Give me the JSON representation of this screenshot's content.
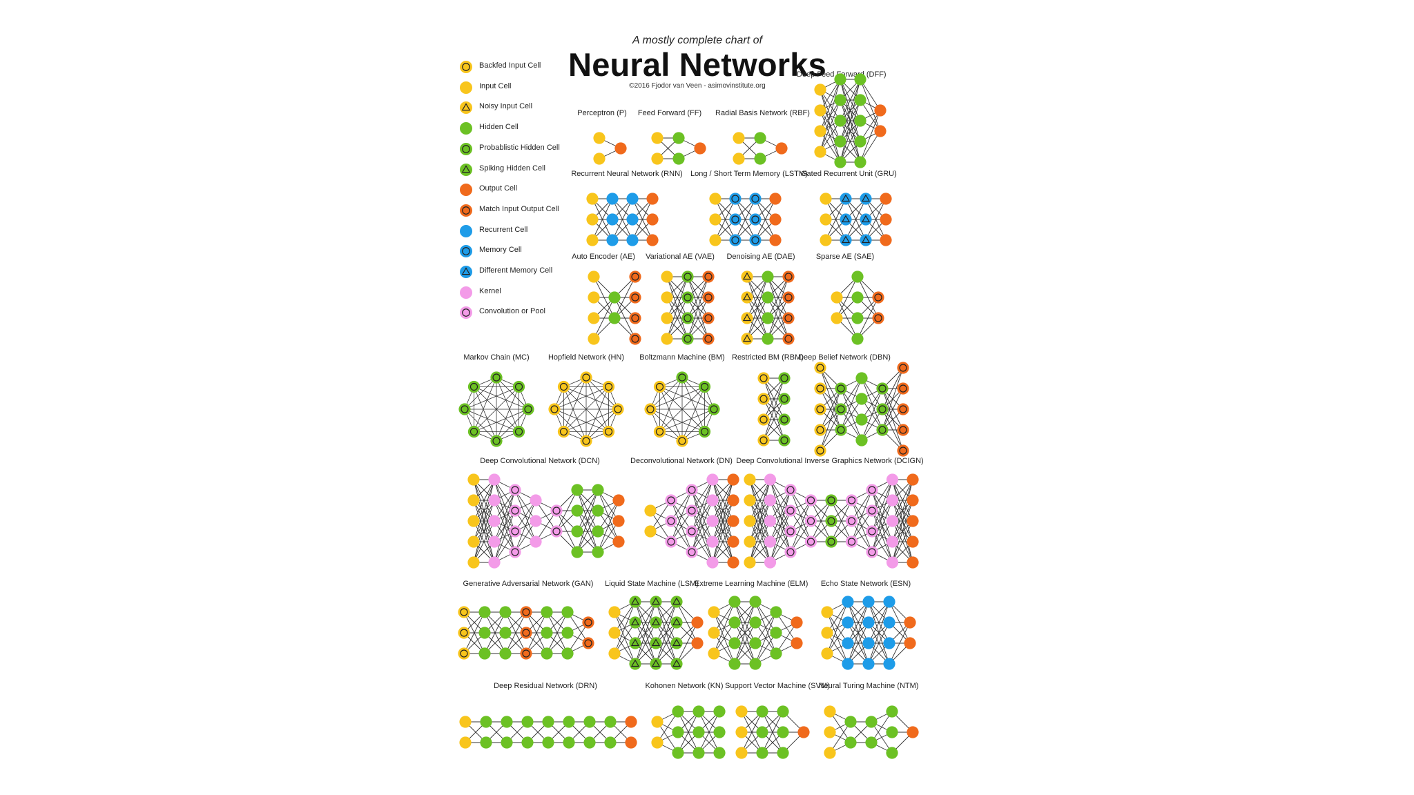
{
  "header": {
    "subtitle": "A mostly complete chart of",
    "title": "Neural Networks",
    "credit": "©2016 Fjodor van Veen - asimovinstitute.org"
  },
  "colors": {
    "yellow": "#F8C51C",
    "green": "#6CC124",
    "orange": "#F06A1C",
    "blue": "#1E9CE8",
    "pink": "#F39BE8",
    "edge": "#333333"
  },
  "legend": [
    {
      "label": "Backfed Input Cell",
      "fill": "yellow",
      "mark": "ring"
    },
    {
      "label": "Input Cell",
      "fill": "yellow",
      "mark": "none"
    },
    {
      "label": "Noisy Input Cell",
      "fill": "yellow",
      "mark": "triangle"
    },
    {
      "label": "Hidden Cell",
      "fill": "green",
      "mark": "none"
    },
    {
      "label": "Probablistic Hidden Cell",
      "fill": "green",
      "mark": "ring"
    },
    {
      "label": "Spiking Hidden Cell",
      "fill": "green",
      "mark": "triangle"
    },
    {
      "label": "Output Cell",
      "fill": "orange",
      "mark": "none"
    },
    {
      "label": "Match Input Output Cell",
      "fill": "orange",
      "mark": "ring"
    },
    {
      "label": "Recurrent Cell",
      "fill": "blue",
      "mark": "none"
    },
    {
      "label": "Memory Cell",
      "fill": "blue",
      "mark": "ring"
    },
    {
      "label": "Different Memory Cell",
      "fill": "blue",
      "mark": "triangle"
    },
    {
      "label": "Kernel",
      "fill": "pink",
      "mark": "none"
    },
    {
      "label": "Convolution or Pool",
      "fill": "pink",
      "mark": "ring"
    }
  ],
  "networks": [
    {
      "id": "p",
      "name": "Perceptron (P)",
      "layers": [
        [
          "Y",
          "Y"
        ],
        [
          "O"
        ]
      ]
    },
    {
      "id": "ff",
      "name": "Feed Forward (FF)",
      "layers": [
        [
          "Y",
          "Y"
        ],
        [
          "G",
          "G"
        ],
        [
          "O"
        ]
      ]
    },
    {
      "id": "rbf",
      "name": "Radial Basis Network (RBF)",
      "layers": [
        [
          "Y",
          "Y"
        ],
        [
          "G",
          "G"
        ],
        [
          "O"
        ]
      ]
    },
    {
      "id": "dff",
      "name": "Deep Feed Forward (DFF)",
      "layers": [
        [
          "Y",
          "Y",
          "Y",
          "Y"
        ],
        [
          "G",
          "G",
          "G",
          "G",
          "G"
        ],
        [
          "G",
          "G",
          "G",
          "G",
          "G"
        ],
        [
          "O",
          "O"
        ]
      ]
    },
    {
      "id": "rnn",
      "name": "Recurrent Neural Network (RNN)",
      "layers": [
        [
          "Y",
          "Y",
          "Y"
        ],
        [
          "B",
          "B",
          "B"
        ],
        [
          "B",
          "B",
          "B"
        ],
        [
          "O",
          "O",
          "O"
        ]
      ]
    },
    {
      "id": "lstm",
      "name": "Long / Short Term Memory (LSTM)",
      "layers": [
        [
          "Y",
          "Y",
          "Y"
        ],
        [
          "Bm",
          "Bm",
          "Bm"
        ],
        [
          "Bm",
          "Bm",
          "Bm"
        ],
        [
          "O",
          "O",
          "O"
        ]
      ]
    },
    {
      "id": "gru",
      "name": "Gated Recurrent Unit (GRU)",
      "layers": [
        [
          "Y",
          "Y",
          "Y"
        ],
        [
          "Bt",
          "Bt",
          "Bt"
        ],
        [
          "Bt",
          "Bt",
          "Bt"
        ],
        [
          "O",
          "O",
          "O"
        ]
      ]
    },
    {
      "id": "ae",
      "name": "Auto Encoder (AE)",
      "layers": [
        [
          "Y",
          "Y",
          "Y",
          "Y"
        ],
        [
          "G",
          "G"
        ],
        [
          "Om",
          "Om",
          "Om",
          "Om"
        ]
      ]
    },
    {
      "id": "vae",
      "name": "Variational AE (VAE)",
      "layers": [
        [
          "Y",
          "Y",
          "Y",
          "Y"
        ],
        [
          "Gp",
          "Gp",
          "Gp",
          "Gp"
        ],
        [
          "Om",
          "Om",
          "Om",
          "Om"
        ]
      ]
    },
    {
      "id": "dae",
      "name": "Denoising AE (DAE)",
      "layers": [
        [
          "Yt",
          "Yt",
          "Yt",
          "Yt"
        ],
        [
          "G",
          "G",
          "G",
          "G"
        ],
        [
          "Om",
          "Om",
          "Om",
          "Om"
        ]
      ]
    },
    {
      "id": "sae",
      "name": "Sparse AE (SAE)",
      "layers": [
        [
          "Y",
          "Y"
        ],
        [
          "G",
          "G",
          "G",
          "G"
        ],
        [
          "Om",
          "Om"
        ]
      ]
    },
    {
      "id": "mc",
      "name": "Markov Chain (MC)",
      "ring": "Gp"
    },
    {
      "id": "hn",
      "name": "Hopfield Network (HN)",
      "ring": "Yb"
    },
    {
      "id": "bm",
      "name": "Boltzmann Machine (BM)",
      "ring": "Mixed"
    },
    {
      "id": "rbm",
      "name": "Restricted BM (RBM)",
      "layers": [
        [
          "Yb",
          "Yb",
          "Yb",
          "Yb"
        ],
        [
          "Gp",
          "Gp",
          "Gp",
          "Gp"
        ]
      ]
    },
    {
      "id": "dbn",
      "name": "Deep Belief Network (DBN)",
      "layers": [
        [
          "Yb",
          "Yb",
          "Yb",
          "Yb",
          "Yb"
        ],
        [
          "Gp",
          "Gp",
          "Gp"
        ],
        [
          "G",
          "G",
          "G",
          "G"
        ],
        [
          "Gp",
          "Gp",
          "Gp"
        ],
        [
          "Om",
          "Om",
          "Om",
          "Om",
          "Om"
        ]
      ]
    },
    {
      "id": "dcn",
      "name": "Deep Convolutional Network (DCN)",
      "layers": [
        [
          "Y",
          "Y",
          "Y",
          "Y",
          "Y"
        ],
        [
          "K",
          "K",
          "K",
          "K",
          "K"
        ],
        [
          "Kc",
          "Kc",
          "Kc",
          "Kc"
        ],
        [
          "K",
          "K",
          "K"
        ],
        [
          "Kc",
          "Kc"
        ],
        [
          "G",
          "G",
          "G",
          "G"
        ],
        [
          "G",
          "G",
          "G",
          "G"
        ],
        [
          "O",
          "O",
          "O"
        ]
      ]
    },
    {
      "id": "dn",
      "name": "Deconvolutional Network (DN)",
      "layers": [
        [
          "Y",
          "Y"
        ],
        [
          "Kc",
          "Kc",
          "Kc"
        ],
        [
          "Kc",
          "Kc",
          "Kc",
          "Kc"
        ],
        [
          "K",
          "K",
          "K",
          "K",
          "K"
        ],
        [
          "O",
          "O",
          "O",
          "O",
          "O"
        ]
      ]
    },
    {
      "id": "dcign",
      "name": "Deep Convolutional Inverse Graphics Network (DCIGN)",
      "layers": [
        [
          "Y",
          "Y",
          "Y",
          "Y",
          "Y"
        ],
        [
          "K",
          "K",
          "K",
          "K",
          "K"
        ],
        [
          "Kc",
          "Kc",
          "Kc",
          "Kc"
        ],
        [
          "Kc",
          "Kc",
          "Kc"
        ],
        [
          "Gp",
          "Gp",
          "Gp"
        ],
        [
          "Kc",
          "Kc",
          "Kc"
        ],
        [
          "Kc",
          "Kc",
          "Kc",
          "Kc"
        ],
        [
          "K",
          "K",
          "K",
          "K",
          "K"
        ],
        [
          "O",
          "O",
          "O",
          "O",
          "O"
        ]
      ]
    },
    {
      "id": "gan",
      "name": "Generative Adversarial Network (GAN)",
      "layers": [
        [
          "Yb",
          "Yb",
          "Yb"
        ],
        [
          "G",
          "G",
          "G"
        ],
        [
          "G",
          "G",
          "G"
        ],
        [
          "Om",
          "Om",
          "Om"
        ],
        [
          "G",
          "G",
          "G"
        ],
        [
          "G",
          "G",
          "G"
        ],
        [
          "Om",
          "Om"
        ]
      ]
    },
    {
      "id": "lsm",
      "name": "Liquid State Machine (LSM)",
      "layers": [
        [
          "Y",
          "Y",
          "Y"
        ],
        [
          "Gt",
          "Gt",
          "Gt",
          "Gt"
        ],
        [
          "Gt",
          "Gt",
          "Gt",
          "Gt"
        ],
        [
          "Gt",
          "Gt",
          "Gt",
          "Gt"
        ],
        [
          "O",
          "O"
        ]
      ]
    },
    {
      "id": "elm",
      "name": "Extreme Learning Machine (ELM)",
      "layers": [
        [
          "Y",
          "Y",
          "Y"
        ],
        [
          "G",
          "G",
          "G",
          "G"
        ],
        [
          "G",
          "G",
          "G",
          "G"
        ],
        [
          "G",
          "G",
          "G"
        ],
        [
          "O",
          "O"
        ]
      ]
    },
    {
      "id": "esn",
      "name": "Echo State Network (ESN)",
      "layers": [
        [
          "Y",
          "Y",
          "Y"
        ],
        [
          "B",
          "B",
          "B",
          "B"
        ],
        [
          "B",
          "B",
          "B",
          "B"
        ],
        [
          "B",
          "B",
          "B",
          "B"
        ],
        [
          "O",
          "O"
        ]
      ]
    },
    {
      "id": "drn",
      "name": "Deep Residual Network (DRN)",
      "layers": [
        [
          "Y",
          "Y"
        ],
        [
          "G",
          "G"
        ],
        [
          "G",
          "G"
        ],
        [
          "G",
          "G"
        ],
        [
          "G",
          "G"
        ],
        [
          "G",
          "G"
        ],
        [
          "G",
          "G"
        ],
        [
          "G",
          "G"
        ],
        [
          "O",
          "O"
        ]
      ]
    },
    {
      "id": "kn",
      "name": "Kohonen Network (KN)",
      "layers": [
        [
          "Y",
          "Y"
        ],
        [
          "G",
          "G",
          "G"
        ],
        [
          "G",
          "G",
          "G"
        ],
        [
          "G",
          "G",
          "G"
        ]
      ]
    },
    {
      "id": "svm",
      "name": "Support Vector Machine (SVM)",
      "layers": [
        [
          "Y",
          "Y",
          "Y"
        ],
        [
          "G",
          "G",
          "G"
        ],
        [
          "G",
          "G",
          "G"
        ],
        [
          "O"
        ]
      ]
    },
    {
      "id": "ntm",
      "name": "Neural Turing Machine (NTM)",
      "layers": [
        [
          "Y",
          "Y",
          "Y"
        ],
        [
          "G",
          "G"
        ],
        [
          "G",
          "G"
        ],
        [
          "G",
          "G",
          "G"
        ],
        [
          "O"
        ]
      ]
    }
  ]
}
